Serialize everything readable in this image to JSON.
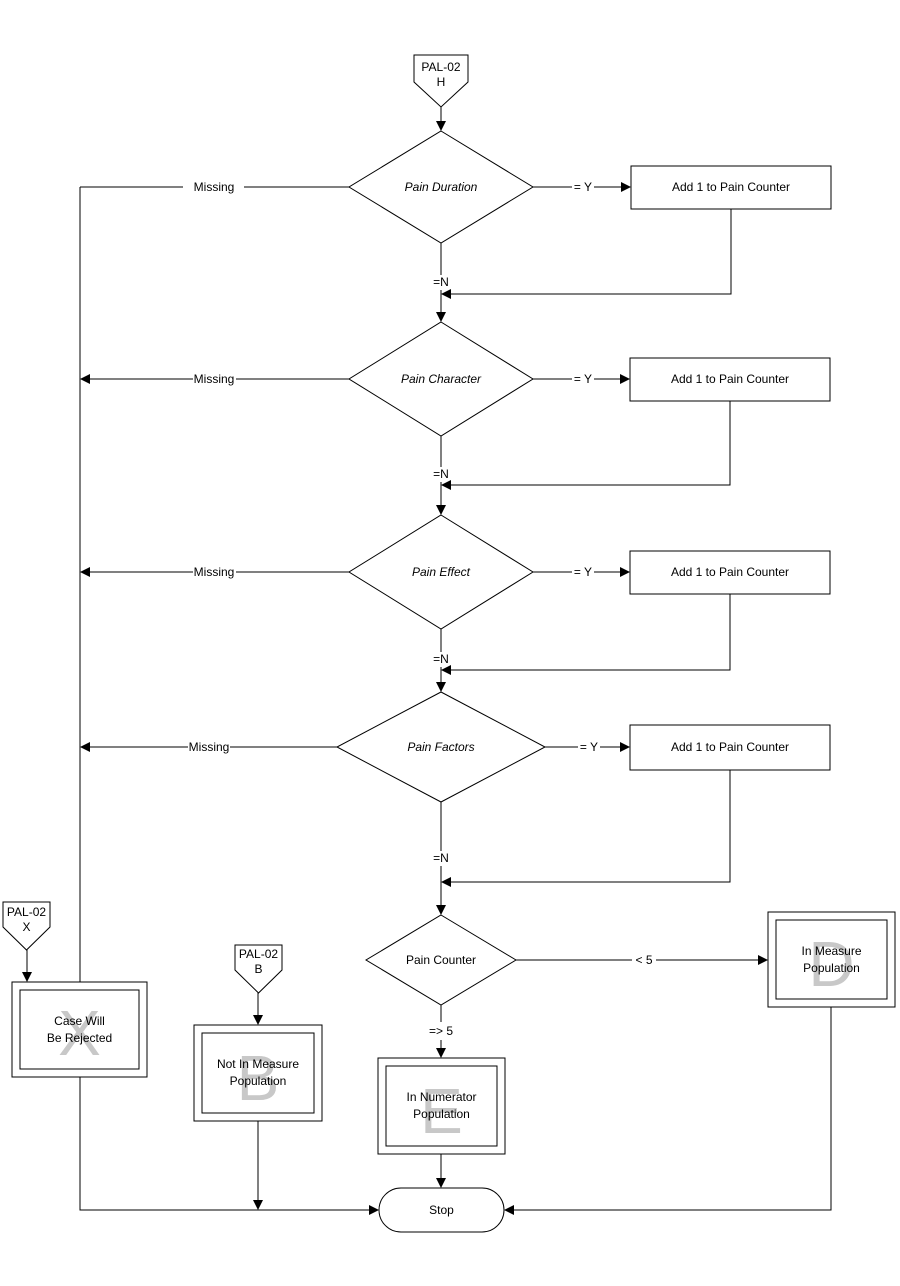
{
  "connectors": {
    "top": {
      "line1": "PAL-02",
      "line2": "H"
    },
    "x": {
      "line1": "PAL-02",
      "line2": "X"
    },
    "b": {
      "line1": "PAL-02",
      "line2": "B"
    }
  },
  "decisions": {
    "d1": "Pain Duration",
    "d2": "Pain Character",
    "d3": "Pain Effect",
    "d4": "Pain Factors",
    "d5": "Pain Counter"
  },
  "processes": {
    "p1": "Add 1 to  Pain Counter",
    "p2": "Add 1 to  Pain Counter",
    "p3": "Add 1 to  Pain Counter",
    "p4": "Add 1 to  Pain Counter"
  },
  "labels": {
    "missing1": "Missing",
    "missing2": "Missing",
    "missing3": "Missing",
    "missing4": "Missing",
    "yes1": "= Y",
    "yes2": "= Y",
    "yes3": "= Y",
    "yes4": "= Y",
    "no1": "=N",
    "no2": "=N",
    "no3": "=N",
    "no4": "=N",
    "lt5": "< 5",
    "ge5": "=> 5"
  },
  "outcomes": {
    "rejected": {
      "letter": "X",
      "line1": "Case Will",
      "line2": "Be Rejected"
    },
    "not_in_measure": {
      "letter": "B",
      "line1": "Not In Measure",
      "line2": "Population"
    },
    "numerator": {
      "letter": "E",
      "line1": "In Numerator",
      "line2": "Population"
    },
    "in_measure": {
      "letter": "D",
      "line1": "In Measure",
      "line2": "Population"
    }
  },
  "terminal": {
    "stop": "Stop"
  }
}
